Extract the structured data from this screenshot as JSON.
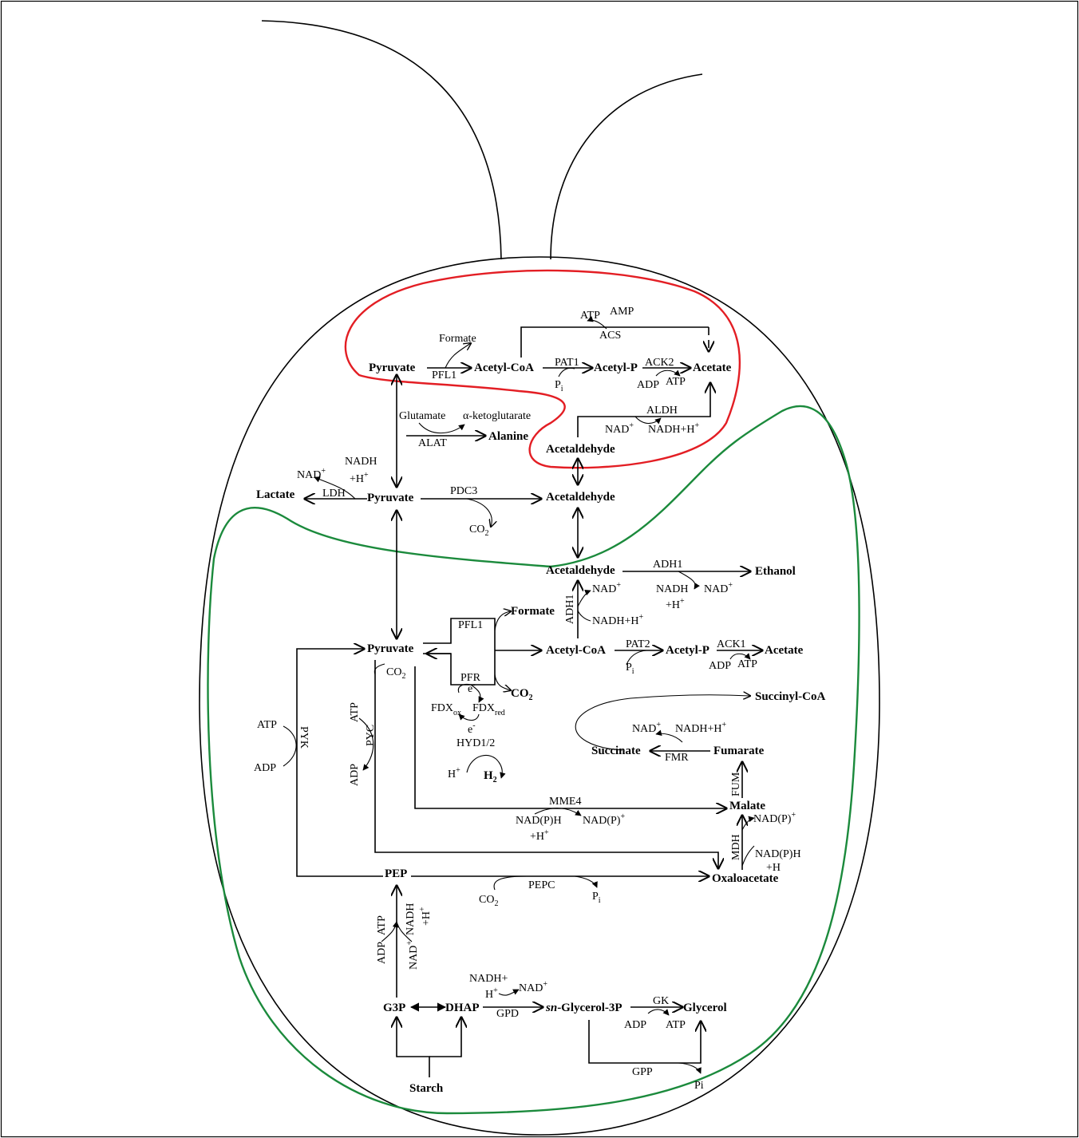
{
  "colors": {
    "frame": "#000000",
    "cell_outline": "#000000",
    "chloroplast": "#e31e24",
    "mitochondrion": "#1b8a3c"
  },
  "metabolites": {
    "pyruvate_chl": "Pyruvate",
    "acetylcoa_chl": "Acetyl-CoA",
    "acetylp_chl": "Acetyl-P",
    "acetate_chl": "Acetate",
    "acetaldehyde_chl": "Acetaldehyde",
    "alanine": "Alanine",
    "formate_chl": "Formate",
    "lactate": "Lactate",
    "pyruvate_cyt": "Pyruvate",
    "acetaldehyde_cyt": "Acetaldehyde",
    "acetaldehyde_mito": "Acetaldehyde",
    "ethanol": "Ethanol",
    "pyruvate_mito": "Pyruvate",
    "formate_mito": "Formate",
    "acetylcoa_mito": "Acetyl-CoA",
    "acetylp_mito": "Acetyl-P",
    "acetate_mito": "Acetate",
    "co2_bold": "CO",
    "co2_bold_sub": "2",
    "h2": "H",
    "h2_sub": "2",
    "succinylcoa": "Succinyl-CoA",
    "succinate": "Succinate",
    "fumarate": "Fumarate",
    "malate": "Malate",
    "oxaloacetate": "Oxaloacetate",
    "pep": "PEP",
    "g3p": "G3P",
    "dhap": "DHAP",
    "glycerol3p_italic": "sn",
    "glycerol3p_rest": "-Glycerol-3P",
    "glycerol": "Glycerol",
    "starch": "Starch"
  },
  "enzymes": {
    "pfl1_chl": "PFL1",
    "pat1": "PAT1",
    "ack2": "ACK2",
    "acs": "ACS",
    "aldh": "ALDH",
    "alat": "ALAT",
    "ldh": "LDH",
    "pdc3": "PDC3",
    "adh1_h": "ADH1",
    "adh1_v": "ADH1",
    "pfl1_mito": "PFL1",
    "pfr": "PFR",
    "pat2": "PAT2",
    "ack1": "ACK1",
    "hyd": "HYD1/2",
    "pyk": "PYK",
    "pyc": "PYC",
    "mme4": "MME4",
    "mdh": "MDH",
    "fum": "FUM",
    "fmr": "FMR",
    "pepc": "PEPC",
    "gpd": "GPD",
    "gk": "GK",
    "gpp": "GPP"
  },
  "cofactors": {
    "formate_pfl": "Formate",
    "pi_pat1": "P",
    "pi_pat1_sub": "i",
    "adp_ack2": "ADP",
    "atp_ack2": "ATP",
    "atp_acs": "ATP",
    "amp_acs": "AMP",
    "nad_aldh": "NAD",
    "nadh_aldh": "NADH+H",
    "glutamate": "Glutamate",
    "ketoglutarate": "α-ketoglutarate",
    "nad_ldh": "NAD",
    "nadh_ldh_1": "NADH",
    "nadh_ldh_2": "+H",
    "co2_pdc": "CO",
    "co2_pdc_sub": "2",
    "nadh_adh_1": "NADH",
    "nadh_adh_2": "+H",
    "nad_adh": "NAD",
    "nad_adh1v": "NAD",
    "nadh_adh1v": "NADH+H",
    "pi_pat2": "P",
    "pi_pat2_sub": "i",
    "adp_ack1": "ADP",
    "atp_ack1": "ATP",
    "co2_pyc": "CO",
    "co2_pyc_sub": "2",
    "e_top": "e",
    "e_bottom": "e",
    "fdx_ox": "FDX",
    "fdx_ox_sub": "ox",
    "fdx_red": "FDX",
    "fdx_red_sub": "red",
    "hplus_hyd": "H",
    "atp_pyk": "ATP",
    "adp_pyk": "ADP",
    "atp_pyc": "ATP",
    "adp_pyc": "ADP",
    "nad_fmr": "NAD",
    "nadh_fmr": "NADH+H",
    "nadph_mme_1": "NAD(P)H",
    "nadph_mme_2": "+H",
    "nadp_mme": "NAD(P)",
    "nadp_mdh": "NAD(P)",
    "nadph_mdh_1": "NAD(P)H",
    "nadph_mdh_2": "+H",
    "co2_pepc": "CO",
    "co2_pepc_sub": "2",
    "pi_pepc": "P",
    "pi_pepc_sub": "i",
    "adp_glyc": "ADP",
    "atp_glyc": "ATP",
    "nad_glyc": "NAD",
    "nadh_glyc_1": "NADH",
    "nadh_glyc_2": "+H",
    "nadh_gpd_1": "NADH+",
    "nadh_gpd_2": "H",
    "nad_gpd": "NAD",
    "adp_gk": "ADP",
    "atp_gk": "ATP",
    "pi_gpp": "Pi"
  },
  "superscripts": {
    "plus": "+",
    "minus": "-"
  }
}
